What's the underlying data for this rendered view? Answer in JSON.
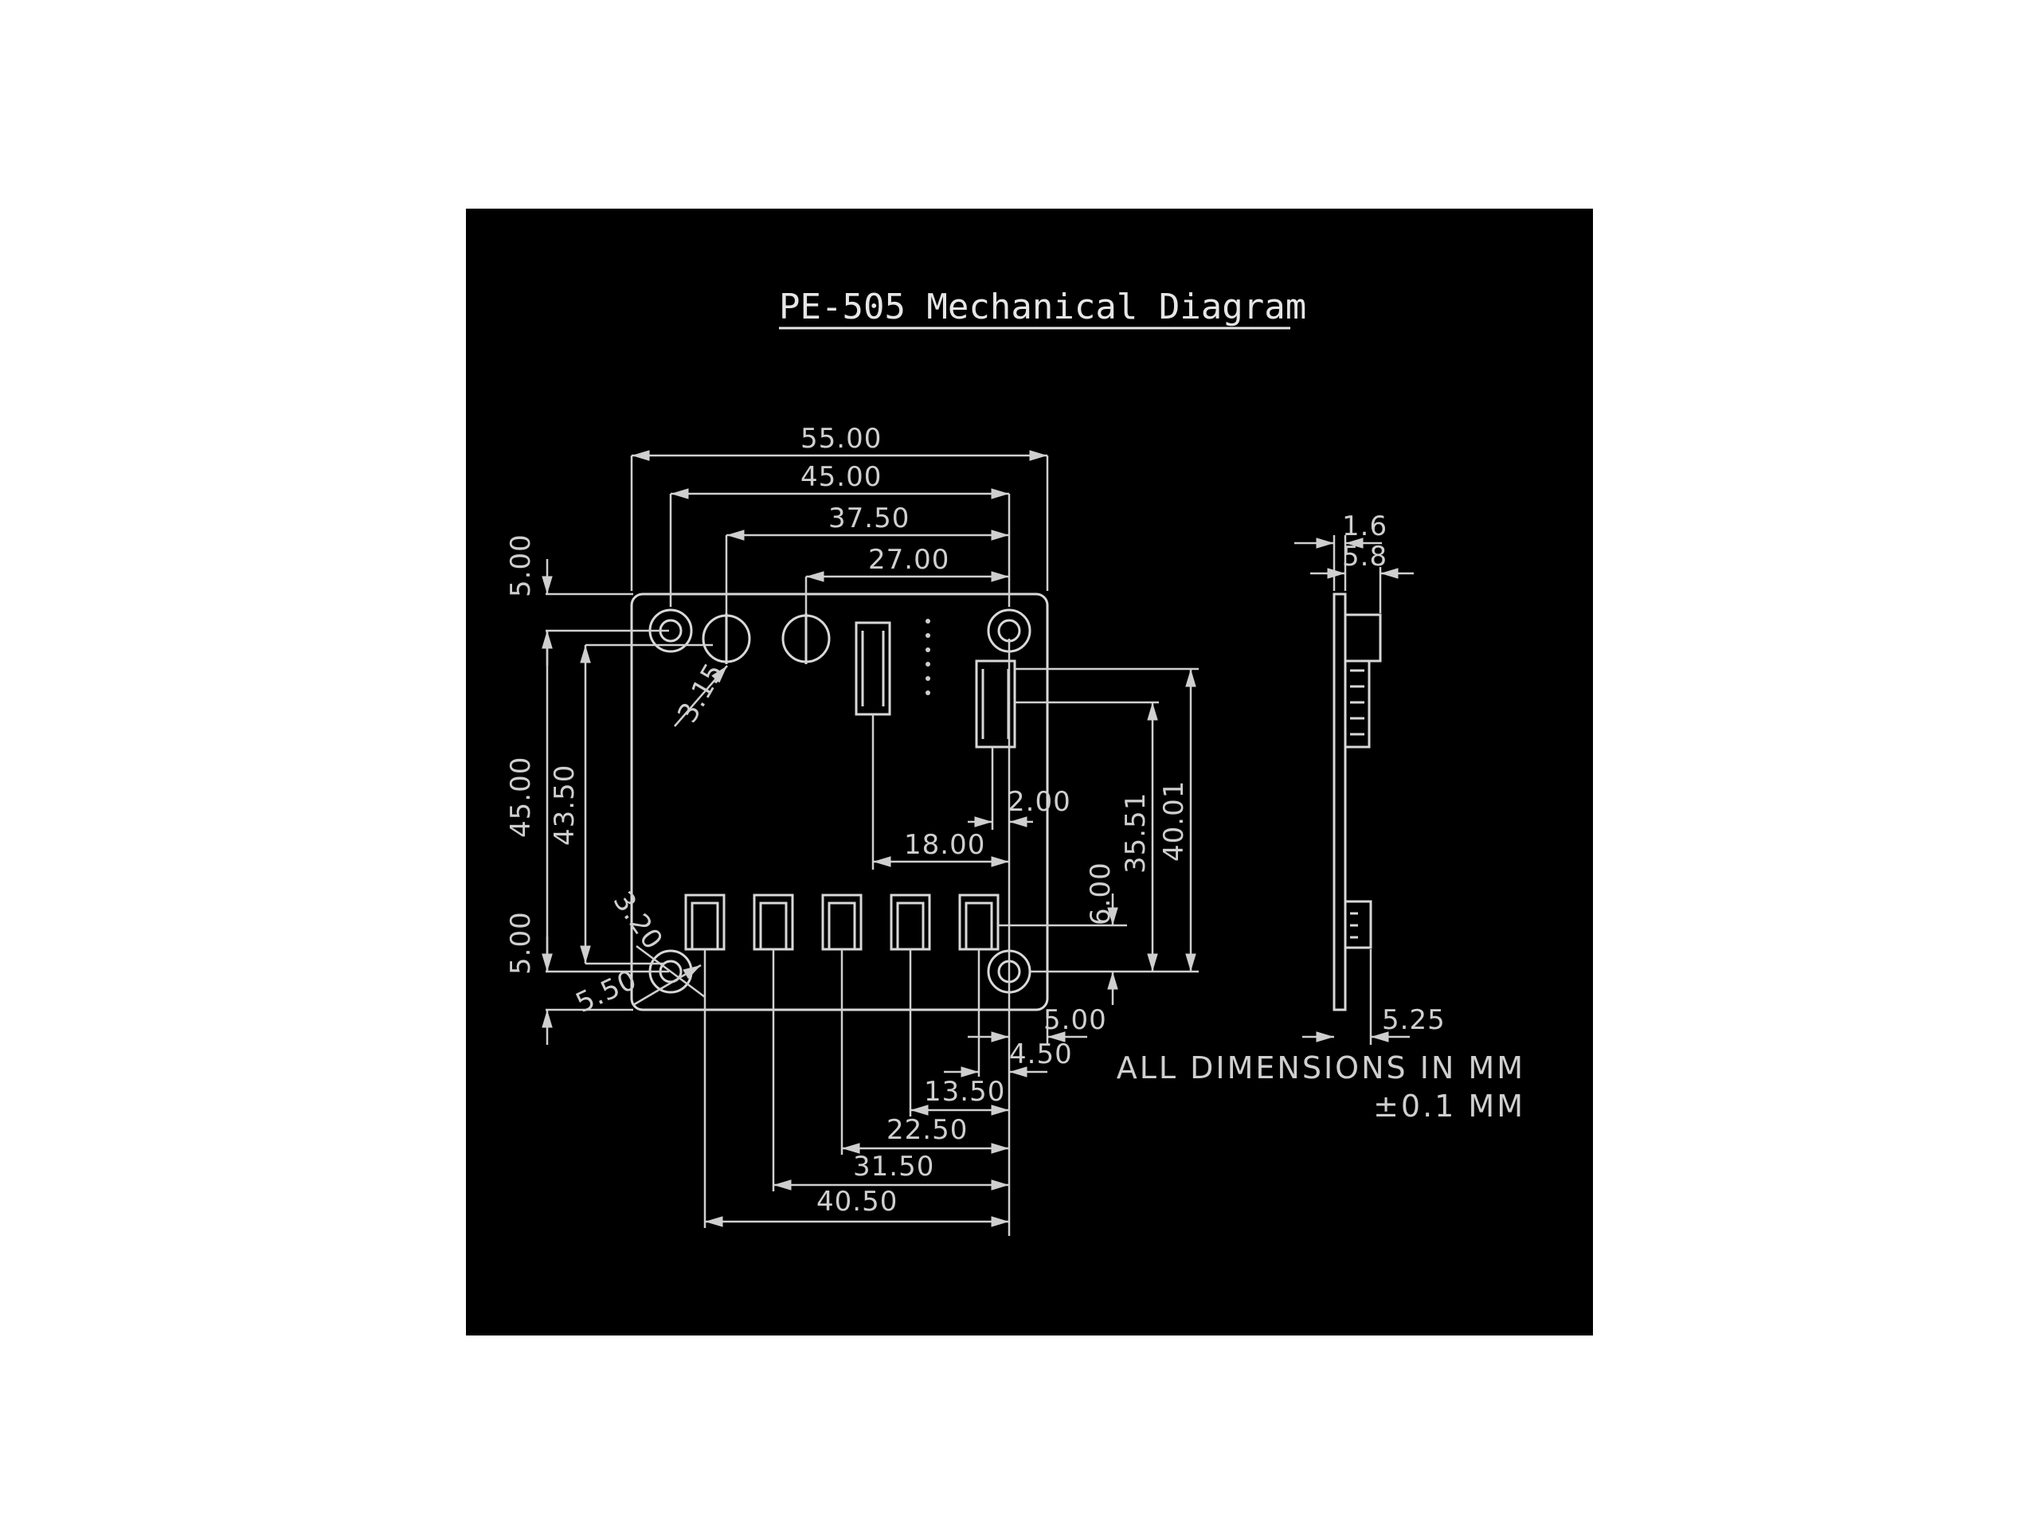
{
  "title": "PE-505 Mechanical Diagram",
  "notes": {
    "line1": "ALL DIMENSIONS IN MM",
    "line2": "±0.1 MM"
  },
  "dimensions": {
    "top_55": "55.00",
    "top_45": "45.00",
    "top_37": "37.50",
    "top_27": "27.00",
    "left_5_top": "5.00",
    "left_45": "45.00",
    "left_43": "43.50",
    "left_5_bottom": "5.00",
    "hole_dia": "3.15",
    "slot_dia": "3.20",
    "corner_550": "5.50",
    "mid_2": "2.00",
    "mid_18": "18.00",
    "right_6": "6.00",
    "right_3551": "35.51",
    "right_4001": "40.01",
    "bottom_5": "5.00",
    "bottom_450": "4.50",
    "bottom_1350": "13.50",
    "bottom_2250": "22.50",
    "bottom_3150": "31.50",
    "bottom_4050": "40.50",
    "side_16": "1.6",
    "side_58": "5.8",
    "side_525": "5.25"
  },
  "colors": {
    "background": "#000000",
    "linework": "#cfcfcf"
  }
}
